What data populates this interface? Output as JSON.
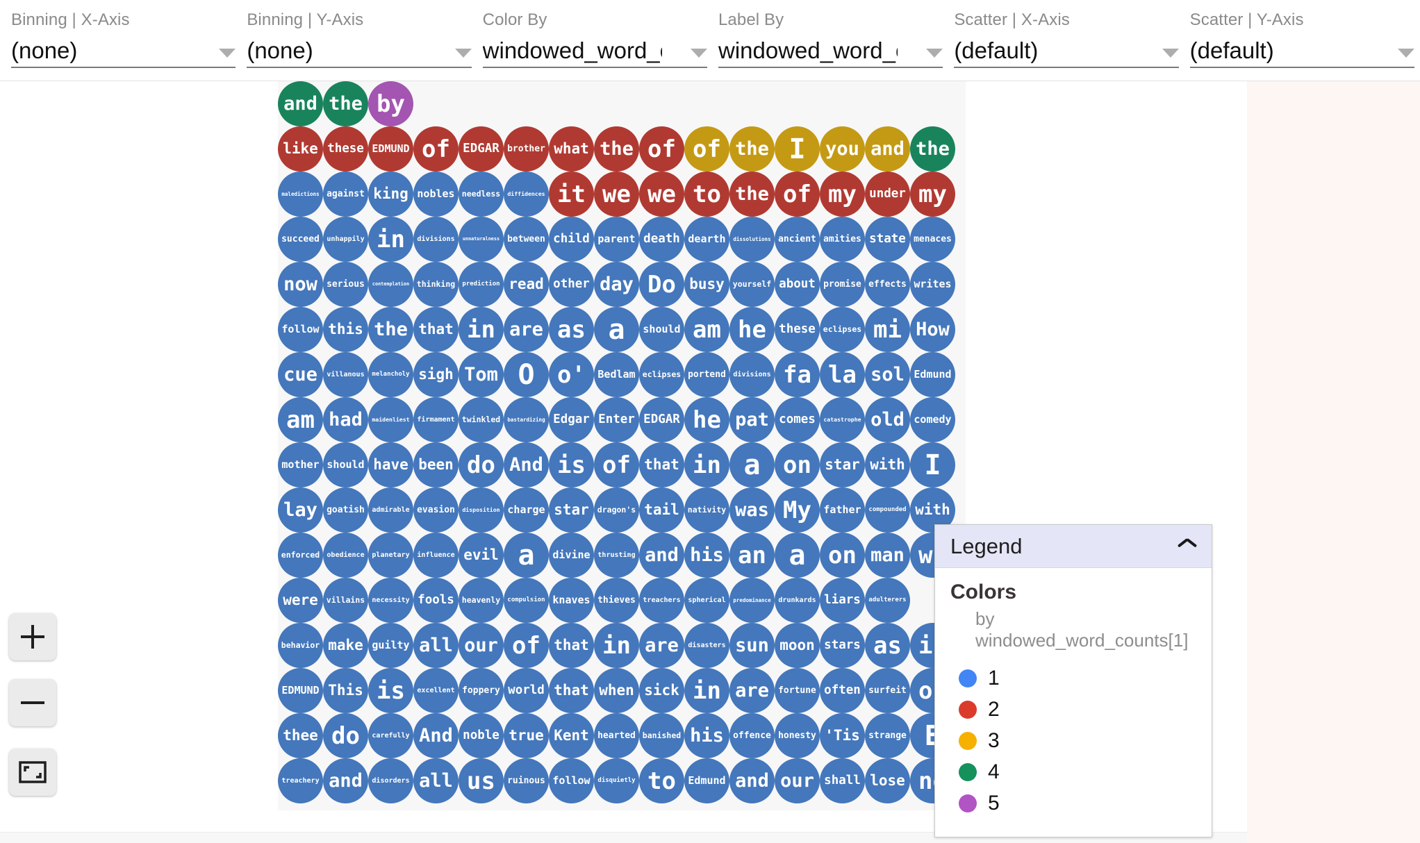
{
  "toolbar": {
    "controls": [
      {
        "label": "Binning | X-Axis",
        "value": "(none)"
      },
      {
        "label": "Binning | Y-Axis",
        "value": "(none)"
      },
      {
        "label": "Color By",
        "value": "windowed_word_counts[1]"
      },
      {
        "label": "Label By",
        "value": "windowed_word_counts[1]"
      },
      {
        "label": "Scatter | X-Axis",
        "value": "(default)"
      },
      {
        "label": "Scatter | Y-Axis",
        "value": "(default)"
      }
    ]
  },
  "zoom_controls": {
    "zoom_in_label": "+",
    "zoom_out_label": "−",
    "fit_label": "fit-to-screen"
  },
  "legend": {
    "title": "Legend",
    "collapse_icon": "chevron-up-icon",
    "section_title": "Colors",
    "section_subtitle": "by windowed_word_counts[1]",
    "entries": [
      {
        "value": "1",
        "color": "#4285f4"
      },
      {
        "value": "2",
        "color": "#db3b2b"
      },
      {
        "value": "3",
        "color": "#f5b000"
      },
      {
        "value": "4",
        "color": "#15915c"
      },
      {
        "value": "5",
        "color": "#b154c4"
      }
    ]
  },
  "chart_data": {
    "type": "scatter",
    "title": "",
    "xlabel": "",
    "ylabel": "",
    "encoding": {
      "color_by": "windowed_word_counts[1]",
      "label_by": "windowed_word_counts[1]",
      "binning_x": "(none)",
      "binning_y": "(none)",
      "scatter_x": "(default)",
      "scatter_y": "(default)"
    },
    "color_scale": {
      "1": "#4477bb",
      "2": "#b03a32",
      "3": "#c49a14",
      "4": "#19845c",
      "5": "#a355b1"
    },
    "grid_columns": 16,
    "grid_rows": 17,
    "points": [
      [
        {
          "t": "and",
          "c": 4
        },
        {
          "t": "the",
          "c": 4
        },
        {
          "t": "by",
          "c": 5
        },
        {
          "t": "",
          "c": 0
        },
        {
          "t": "",
          "c": 0
        },
        {
          "t": "",
          "c": 0
        },
        {
          "t": "",
          "c": 0
        },
        {
          "t": "",
          "c": 0
        },
        {
          "t": "",
          "c": 0
        },
        {
          "t": "",
          "c": 0
        },
        {
          "t": "",
          "c": 0
        },
        {
          "t": "",
          "c": 0
        },
        {
          "t": "",
          "c": 0
        },
        {
          "t": "",
          "c": 0
        },
        {
          "t": "",
          "c": 0
        },
        {
          "t": "",
          "c": 0
        }
      ],
      [
        {
          "t": "like",
          "c": 2
        },
        {
          "t": "these",
          "c": 2
        },
        {
          "t": "EDMUND",
          "c": 2
        },
        {
          "t": "of",
          "c": 2
        },
        {
          "t": "EDGAR",
          "c": 2
        },
        {
          "t": "brother",
          "c": 2
        },
        {
          "t": "what",
          "c": 2
        },
        {
          "t": "the",
          "c": 2
        },
        {
          "t": "of",
          "c": 2
        },
        {
          "t": "of",
          "c": 3
        },
        {
          "t": "the",
          "c": 3
        },
        {
          "t": "I",
          "c": 3
        },
        {
          "t": "you",
          "c": 3
        },
        {
          "t": "and",
          "c": 3
        },
        {
          "t": "the",
          "c": 4
        },
        {
          "t": "",
          "c": 0
        }
      ],
      [
        {
          "t": "maledictions",
          "c": 1
        },
        {
          "t": "against",
          "c": 1
        },
        {
          "t": "king",
          "c": 1
        },
        {
          "t": "nobles",
          "c": 1
        },
        {
          "t": "needless",
          "c": 1
        },
        {
          "t": "diffidences",
          "c": 1
        },
        {
          "t": "it",
          "c": 2
        },
        {
          "t": "we",
          "c": 2
        },
        {
          "t": "we",
          "c": 2
        },
        {
          "t": "to",
          "c": 2
        },
        {
          "t": "the",
          "c": 2
        },
        {
          "t": "of",
          "c": 2
        },
        {
          "t": "my",
          "c": 2
        },
        {
          "t": "under",
          "c": 2
        },
        {
          "t": "my",
          "c": 2
        },
        {
          "t": "",
          "c": 0
        }
      ],
      [
        {
          "t": "succeed",
          "c": 1
        },
        {
          "t": "unhappily",
          "c": 1
        },
        {
          "t": "in",
          "c": 1
        },
        {
          "t": "divisions",
          "c": 1
        },
        {
          "t": "unnaturalness",
          "c": 1
        },
        {
          "t": "between",
          "c": 1
        },
        {
          "t": "child",
          "c": 1
        },
        {
          "t": "parent",
          "c": 1
        },
        {
          "t": "death",
          "c": 1
        },
        {
          "t": "dearth",
          "c": 1
        },
        {
          "t": "dissolutions",
          "c": 1
        },
        {
          "t": "ancient",
          "c": 1
        },
        {
          "t": "amities",
          "c": 1
        },
        {
          "t": "state",
          "c": 1
        },
        {
          "t": "menaces",
          "c": 1
        },
        {
          "t": "",
          "c": 0
        }
      ],
      [
        {
          "t": "now",
          "c": 1
        },
        {
          "t": "serious",
          "c": 1
        },
        {
          "t": "contemplation",
          "c": 1
        },
        {
          "t": "thinking",
          "c": 1
        },
        {
          "t": "prediction",
          "c": 1
        },
        {
          "t": "read",
          "c": 1
        },
        {
          "t": "other",
          "c": 1
        },
        {
          "t": "day",
          "c": 1
        },
        {
          "t": "Do",
          "c": 1
        },
        {
          "t": "busy",
          "c": 1
        },
        {
          "t": "yourself",
          "c": 1
        },
        {
          "t": "about",
          "c": 1
        },
        {
          "t": "promise",
          "c": 1
        },
        {
          "t": "effects",
          "c": 1
        },
        {
          "t": "writes",
          "c": 1
        },
        {
          "t": "",
          "c": 0
        }
      ],
      [
        {
          "t": "follow",
          "c": 1
        },
        {
          "t": "this",
          "c": 1
        },
        {
          "t": "the",
          "c": 1
        },
        {
          "t": "that",
          "c": 1
        },
        {
          "t": "in",
          "c": 1
        },
        {
          "t": "are",
          "c": 1
        },
        {
          "t": "as",
          "c": 1
        },
        {
          "t": "a",
          "c": 1
        },
        {
          "t": "should",
          "c": 1
        },
        {
          "t": "am",
          "c": 1
        },
        {
          "t": "he",
          "c": 1
        },
        {
          "t": "these",
          "c": 1
        },
        {
          "t": "eclipses",
          "c": 1
        },
        {
          "t": "mi",
          "c": 1
        },
        {
          "t": "How",
          "c": 1
        },
        {
          "t": "",
          "c": 0
        }
      ],
      [
        {
          "t": "cue",
          "c": 1
        },
        {
          "t": "villanous",
          "c": 1
        },
        {
          "t": "melancholy",
          "c": 1
        },
        {
          "t": "sigh",
          "c": 1
        },
        {
          "t": "Tom",
          "c": 1
        },
        {
          "t": "O",
          "c": 1
        },
        {
          "t": "o'",
          "c": 1
        },
        {
          "t": "Bedlam",
          "c": 1
        },
        {
          "t": "eclipses",
          "c": 1
        },
        {
          "t": "portend",
          "c": 1
        },
        {
          "t": "divisions",
          "c": 1
        },
        {
          "t": "fa",
          "c": 1
        },
        {
          "t": "la",
          "c": 1
        },
        {
          "t": "sol",
          "c": 1
        },
        {
          "t": "Edmund",
          "c": 1
        },
        {
          "t": "",
          "c": 0
        }
      ],
      [
        {
          "t": "am",
          "c": 1
        },
        {
          "t": "had",
          "c": 1
        },
        {
          "t": "maidenliest",
          "c": 1
        },
        {
          "t": "firmament",
          "c": 1
        },
        {
          "t": "twinkled",
          "c": 1
        },
        {
          "t": "bastardizing",
          "c": 1
        },
        {
          "t": "Edgar",
          "c": 1
        },
        {
          "t": "Enter",
          "c": 1
        },
        {
          "t": "EDGAR",
          "c": 1
        },
        {
          "t": "he",
          "c": 1
        },
        {
          "t": "pat",
          "c": 1
        },
        {
          "t": "comes",
          "c": 1
        },
        {
          "t": "catastrophe",
          "c": 1
        },
        {
          "t": "old",
          "c": 1
        },
        {
          "t": "comedy",
          "c": 1
        },
        {
          "t": "",
          "c": 0
        }
      ],
      [
        {
          "t": "mother",
          "c": 1
        },
        {
          "t": "should",
          "c": 1
        },
        {
          "t": "have",
          "c": 1
        },
        {
          "t": "been",
          "c": 1
        },
        {
          "t": "do",
          "c": 1
        },
        {
          "t": "And",
          "c": 1
        },
        {
          "t": "is",
          "c": 1
        },
        {
          "t": "of",
          "c": 1
        },
        {
          "t": "that",
          "c": 1
        },
        {
          "t": "in",
          "c": 1
        },
        {
          "t": "a",
          "c": 1
        },
        {
          "t": "on",
          "c": 1
        },
        {
          "t": "star",
          "c": 1
        },
        {
          "t": "with",
          "c": 1
        },
        {
          "t": "I",
          "c": 1
        },
        {
          "t": "",
          "c": 0
        }
      ],
      [
        {
          "t": "lay",
          "c": 1
        },
        {
          "t": "goatish",
          "c": 1
        },
        {
          "t": "admirable",
          "c": 1
        },
        {
          "t": "evasion",
          "c": 1
        },
        {
          "t": "disposition",
          "c": 1
        },
        {
          "t": "charge",
          "c": 1
        },
        {
          "t": "star",
          "c": 1
        },
        {
          "t": "dragon's",
          "c": 1
        },
        {
          "t": "tail",
          "c": 1
        },
        {
          "t": "nativity",
          "c": 1
        },
        {
          "t": "was",
          "c": 1
        },
        {
          "t": "My",
          "c": 1
        },
        {
          "t": "father",
          "c": 1
        },
        {
          "t": "compounded",
          "c": 1
        },
        {
          "t": "with",
          "c": 1
        },
        {
          "t": "",
          "c": 0
        }
      ],
      [
        {
          "t": "enforced",
          "c": 1
        },
        {
          "t": "obedience",
          "c": 1
        },
        {
          "t": "planetary",
          "c": 1
        },
        {
          "t": "influence",
          "c": 1
        },
        {
          "t": "evil",
          "c": 1
        },
        {
          "t": "a",
          "c": 1
        },
        {
          "t": "divine",
          "c": 1
        },
        {
          "t": "thrusting",
          "c": 1
        },
        {
          "t": "and",
          "c": 1
        },
        {
          "t": "his",
          "c": 1
        },
        {
          "t": "an",
          "c": 1
        },
        {
          "t": "a",
          "c": 1
        },
        {
          "t": "on",
          "c": 1
        },
        {
          "t": "man",
          "c": 1
        },
        {
          "t": "wh",
          "c": 1
        },
        {
          "t": "",
          "c": 0
        }
      ],
      [
        {
          "t": "were",
          "c": 1
        },
        {
          "t": "villains",
          "c": 1
        },
        {
          "t": "necessity",
          "c": 1
        },
        {
          "t": "fools",
          "c": 1
        },
        {
          "t": "heavenly",
          "c": 1
        },
        {
          "t": "compulsion",
          "c": 1
        },
        {
          "t": "knaves",
          "c": 1
        },
        {
          "t": "thieves",
          "c": 1
        },
        {
          "t": "treachers",
          "c": 1
        },
        {
          "t": "spherical",
          "c": 1
        },
        {
          "t": "predominance",
          "c": 1
        },
        {
          "t": "drunkards",
          "c": 1
        },
        {
          "t": "liars",
          "c": 1
        },
        {
          "t": "adulterers",
          "c": 1
        },
        {
          "t": "",
          "c": 0
        },
        {
          "t": "",
          "c": 0
        }
      ],
      [
        {
          "t": "behavior",
          "c": 1
        },
        {
          "t": "make",
          "c": 1
        },
        {
          "t": "guilty",
          "c": 1
        },
        {
          "t": "all",
          "c": 1
        },
        {
          "t": "our",
          "c": 1
        },
        {
          "t": "of",
          "c": 1
        },
        {
          "t": "that",
          "c": 1
        },
        {
          "t": "in",
          "c": 1
        },
        {
          "t": "are",
          "c": 1
        },
        {
          "t": "disasters",
          "c": 1
        },
        {
          "t": "sun",
          "c": 1
        },
        {
          "t": "moon",
          "c": 1
        },
        {
          "t": "stars",
          "c": 1
        },
        {
          "t": "as",
          "c": 1
        },
        {
          "t": "if",
          "c": 1
        },
        {
          "t": "",
          "c": 0
        }
      ],
      [
        {
          "t": "EDMUND",
          "c": 1
        },
        {
          "t": "This",
          "c": 1
        },
        {
          "t": "is",
          "c": 1
        },
        {
          "t": "excellent",
          "c": 1
        },
        {
          "t": "foppery",
          "c": 1
        },
        {
          "t": "world",
          "c": 1
        },
        {
          "t": "that",
          "c": 1
        },
        {
          "t": "when",
          "c": 1
        },
        {
          "t": "sick",
          "c": 1
        },
        {
          "t": "in",
          "c": 1
        },
        {
          "t": "are",
          "c": 1
        },
        {
          "t": "fortune",
          "c": 1
        },
        {
          "t": "often",
          "c": 1
        },
        {
          "t": "surfeit",
          "c": 1
        },
        {
          "t": "of",
          "c": 1
        },
        {
          "t": "",
          "c": 0
        }
      ],
      [
        {
          "t": "thee",
          "c": 1
        },
        {
          "t": "do",
          "c": 1
        },
        {
          "t": "carefully",
          "c": 1
        },
        {
          "t": "And",
          "c": 1
        },
        {
          "t": "noble",
          "c": 1
        },
        {
          "t": "true",
          "c": 1
        },
        {
          "t": "Kent",
          "c": 1
        },
        {
          "t": "hearted",
          "c": 1
        },
        {
          "t": "banished",
          "c": 1
        },
        {
          "t": "his",
          "c": 1
        },
        {
          "t": "offence",
          "c": 1
        },
        {
          "t": "honesty",
          "c": 1
        },
        {
          "t": "'Tis",
          "c": 1
        },
        {
          "t": "strange",
          "c": 1
        },
        {
          "t": "E",
          "c": 1
        },
        {
          "t": "",
          "c": 0
        }
      ],
      [
        {
          "t": "treachery",
          "c": 1
        },
        {
          "t": "and",
          "c": 1
        },
        {
          "t": "disorders",
          "c": 1
        },
        {
          "t": "all",
          "c": 1
        },
        {
          "t": "us",
          "c": 1
        },
        {
          "t": "ruinous",
          "c": 1
        },
        {
          "t": "follow",
          "c": 1
        },
        {
          "t": "disquietly",
          "c": 1
        },
        {
          "t": "to",
          "c": 1
        },
        {
          "t": "Edmund",
          "c": 1
        },
        {
          "t": "and",
          "c": 1
        },
        {
          "t": "our",
          "c": 1
        },
        {
          "t": "shall",
          "c": 1
        },
        {
          "t": "lose",
          "c": 1
        },
        {
          "t": "no",
          "c": 1
        },
        {
          "t": "",
          "c": 0
        }
      ]
    ]
  }
}
